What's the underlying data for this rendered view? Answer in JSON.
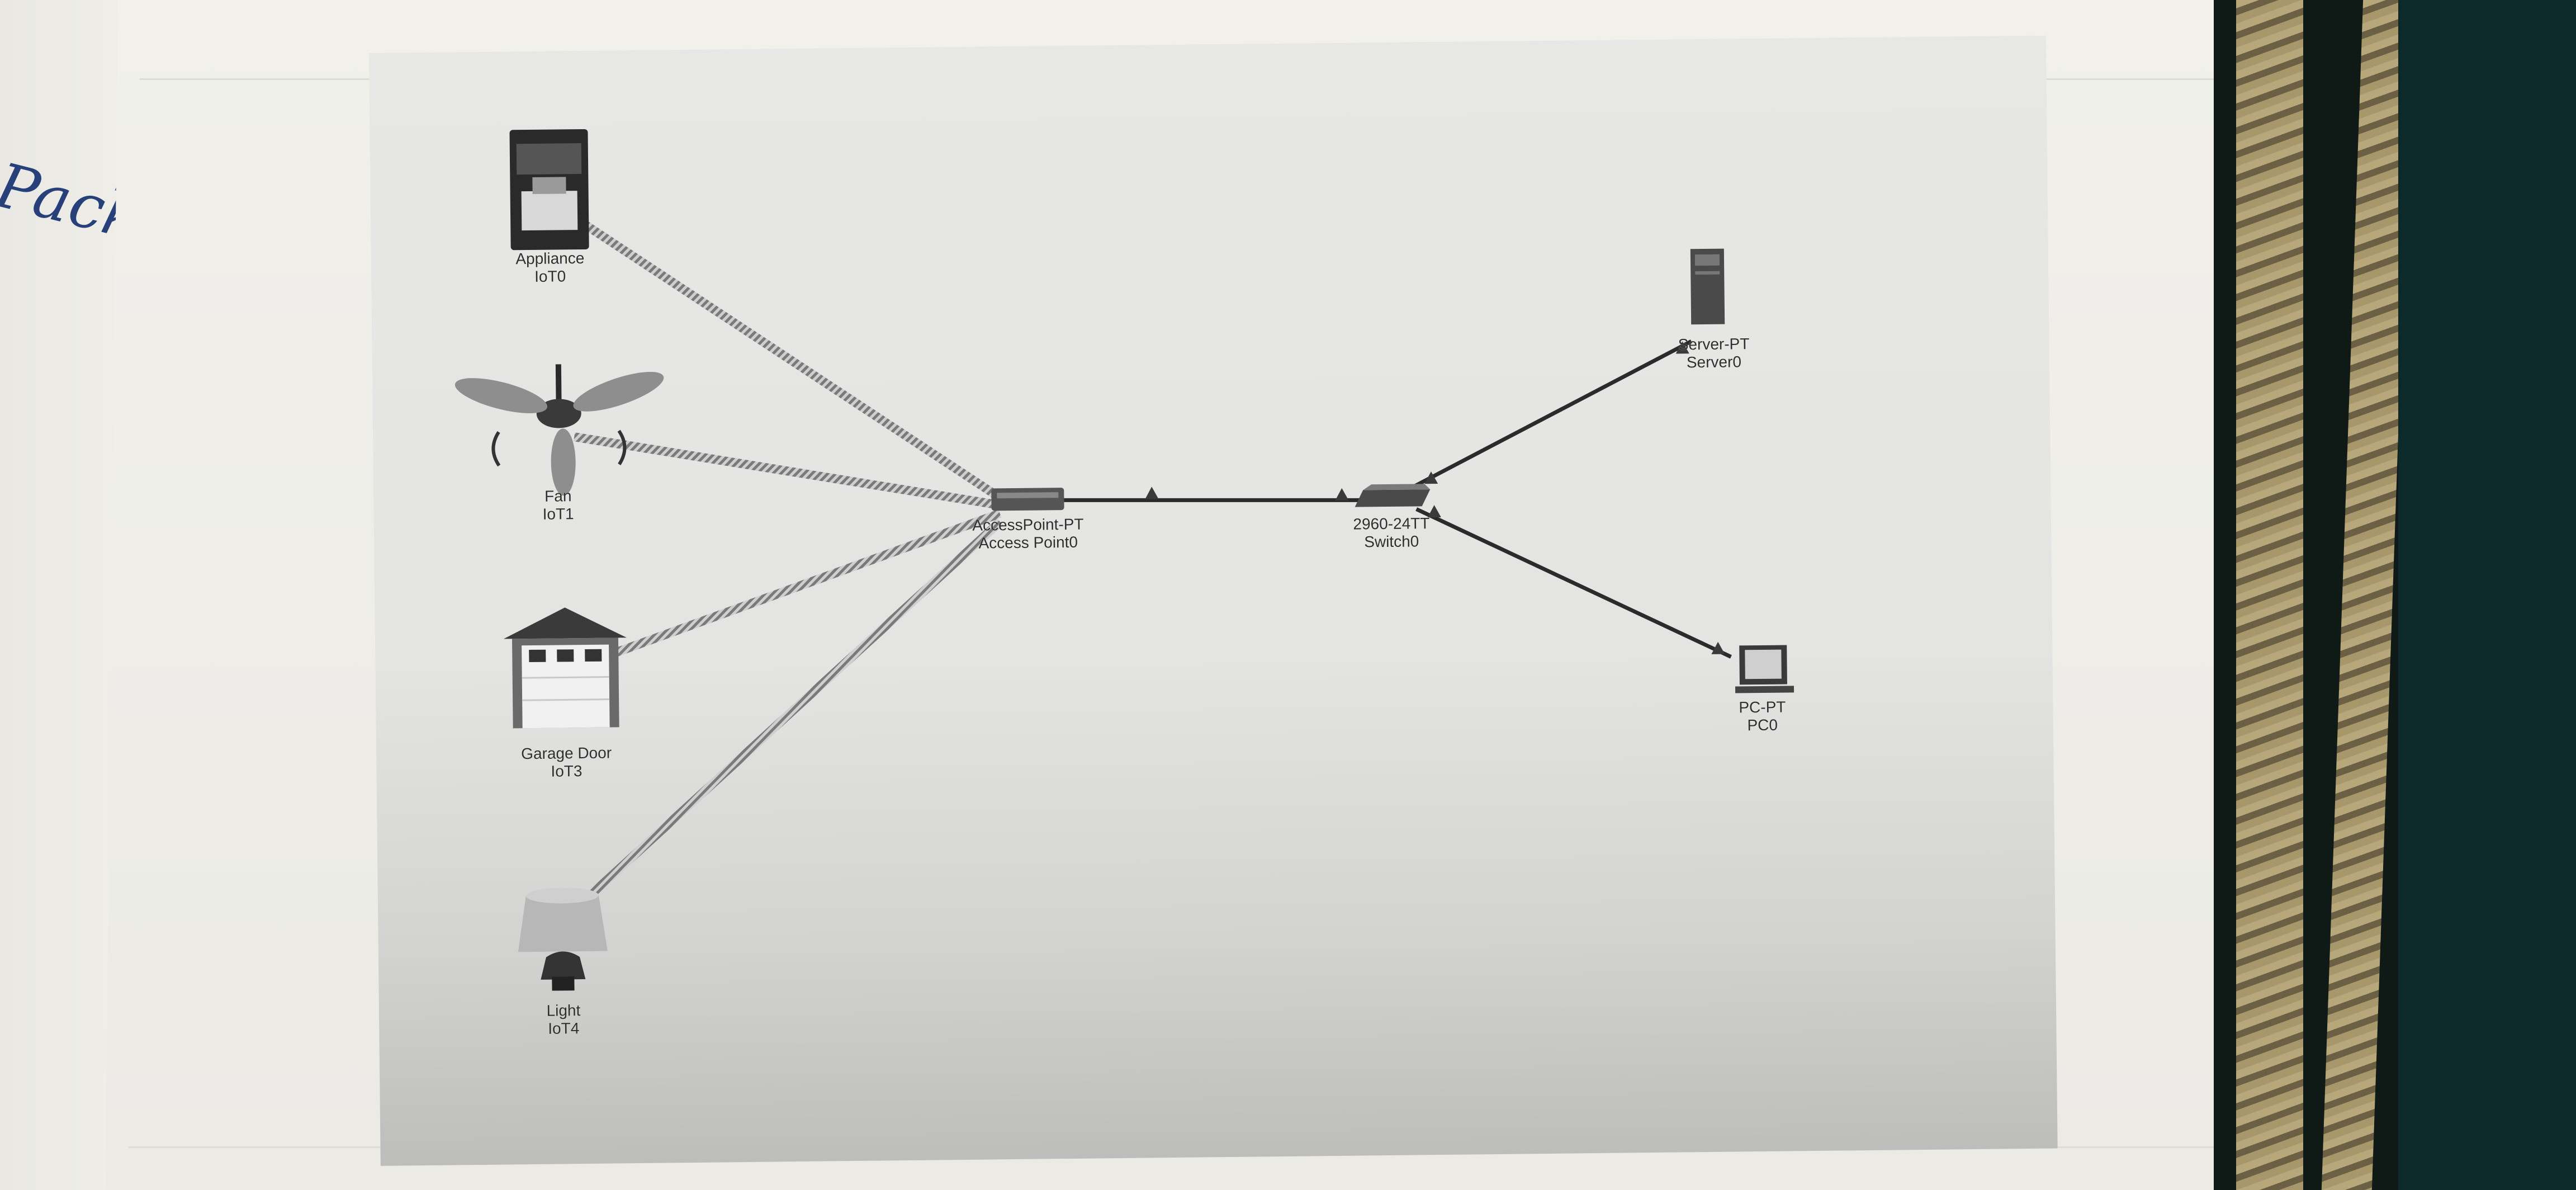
{
  "diagram": {
    "devices": {
      "appliance": {
        "name": "Appliance",
        "id": "IoT0"
      },
      "fan": {
        "name": "Fan",
        "id": "IoT1"
      },
      "garage": {
        "name": "Garage Door",
        "id": "IoT3"
      },
      "light": {
        "name": "Light",
        "id": "IoT4"
      },
      "access_point": {
        "name": "AccessPoint-PT",
        "id": "Access Point0"
      },
      "switch": {
        "name": "2960-24TT",
        "id": "Switch0"
      },
      "server": {
        "name": "Server-PT",
        "id": "Server0"
      },
      "pc": {
        "name": "PC-PT",
        "id": "PC0"
      }
    },
    "colors": {
      "wireless_link": "#8a8a8a",
      "ethernet_link": "#2b2b2b",
      "link_indicator": "#3a3a3a"
    }
  },
  "background": {
    "notebook_left_scribble": "Packet"
  }
}
